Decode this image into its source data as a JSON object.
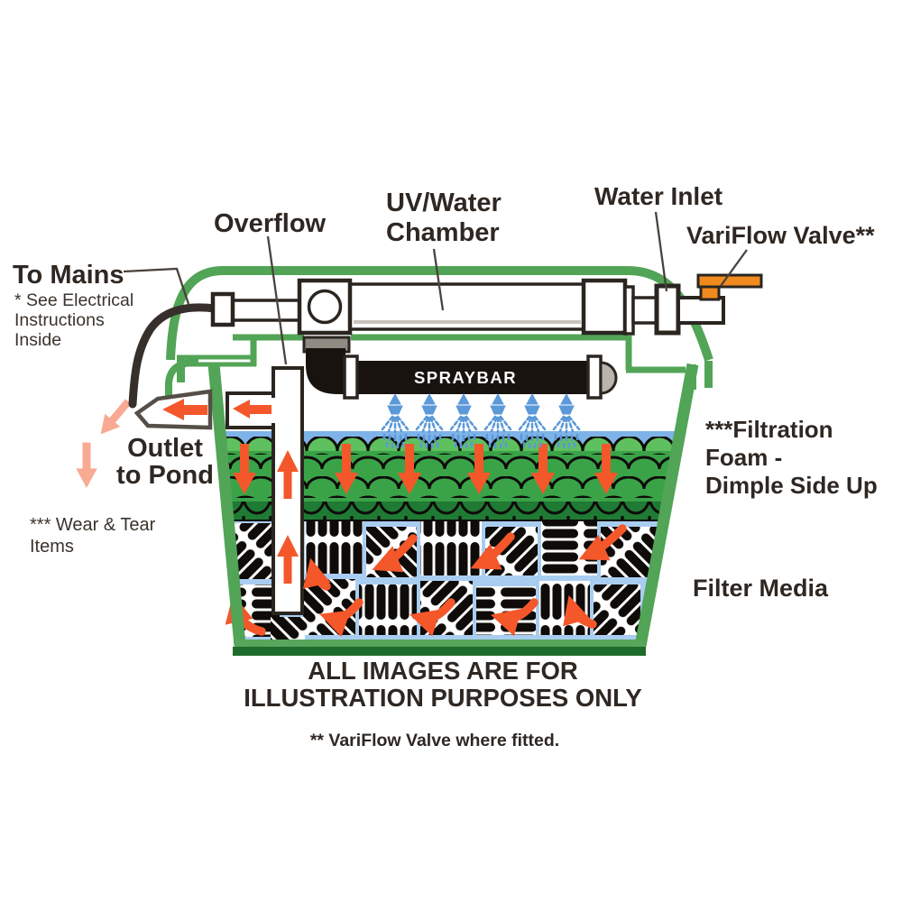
{
  "title": "Pond filter cutaway diagram",
  "labels": {
    "to_mains": "To Mains",
    "electrical_note": [
      "* See Electrical",
      "Instructions",
      "Inside"
    ],
    "overflow": "Overflow",
    "uv_chamber": [
      "UV/Water",
      "Chamber"
    ],
    "water_inlet": "Water Inlet",
    "variflow_valve": "VariFlow Valve**",
    "spraybar": "SPRAYBAR",
    "outlet_to_pond": [
      "Outlet",
      "to Pond"
    ],
    "wear_tear_note": [
      "*** Wear & Tear",
      "Items"
    ],
    "filtration_foam": [
      "***Filtration",
      "Foam -",
      "Dimple Side Up"
    ],
    "filter_media": "Filter Media",
    "disclaimer": [
      "ALL IMAGES ARE FOR",
      "ILLUSTRATION PURPOSES ONLY"
    ],
    "footnote": "** VariFlow Valve where fitted."
  },
  "colors": {
    "ink": "#2f2722",
    "green": "#52a456",
    "green_light": "#57a65c",
    "green_dark": "#1d6c2b",
    "foam_green": "#3aa348",
    "foam_light": "#5fc05f",
    "foam_dark": "#1f7a33",
    "water_blue": "#7eb3e8",
    "spray_blue": "#5b99d8",
    "media_blue": "#a9cdf0",
    "arrow_orange": "#f4572a",
    "valve_orange": "#f18a1e",
    "cable_dark": "#362f2b",
    "bar_black": "#18130f",
    "metal": "#b9b4ac"
  }
}
